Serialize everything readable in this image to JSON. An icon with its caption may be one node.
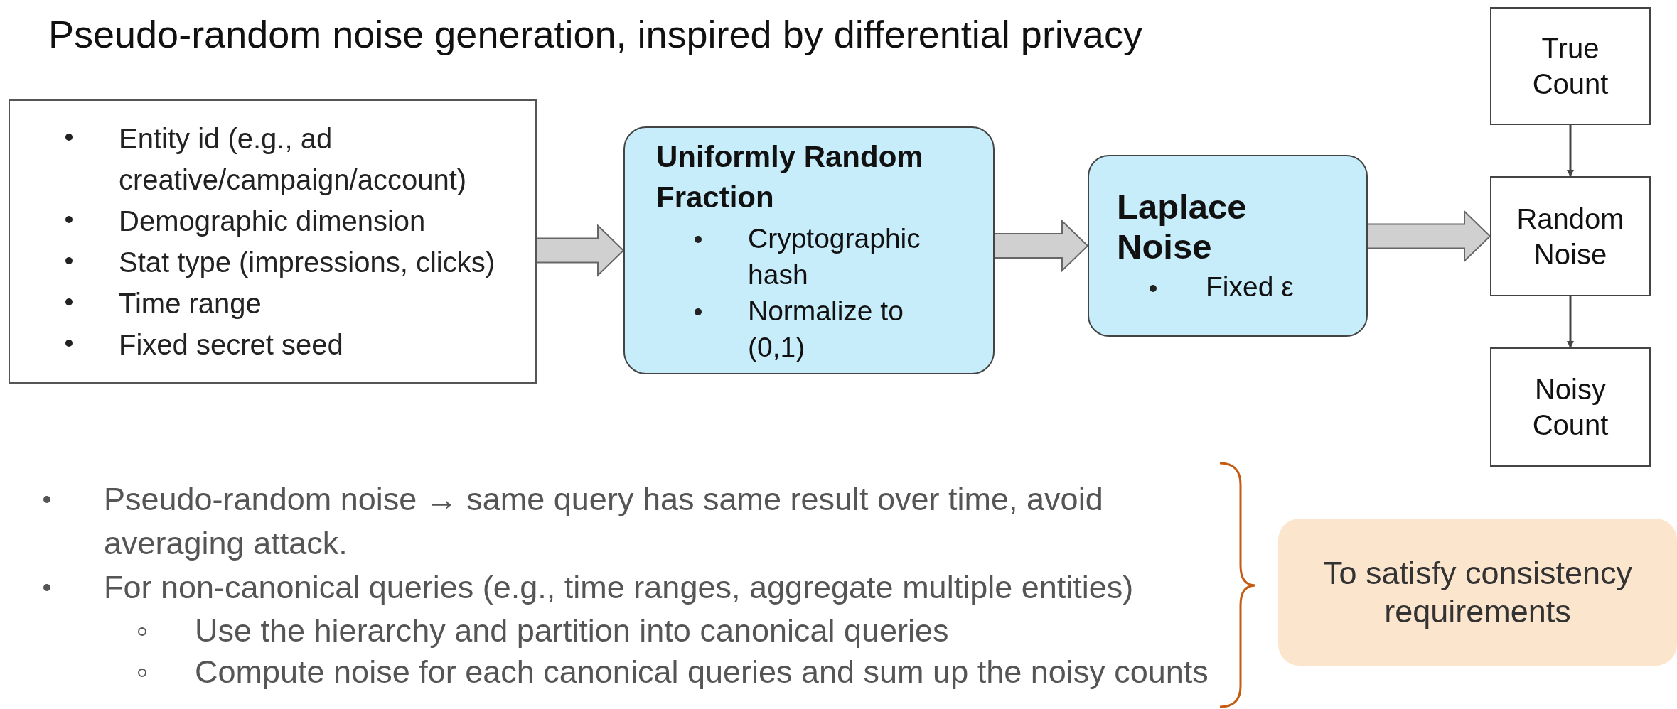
{
  "diagram": {
    "title": "Pseudo-random noise generation, inspired by differential privacy",
    "nodes": [
      {
        "text": [
          "Entity id (e.g., ad creative/campaign/account)",
          "Demographic dimension",
          "Stat type (impressions, clicks)",
          "Time range",
          "Fixed secret seed"
        ]
      },
      {
        "text": [
          "Uniformly Random Fraction",
          "Cryptographic hash",
          "Normalize to (0,1)"
        ]
      },
      {
        "text": [
          "Laplace Noise",
          "Fixed ε"
        ]
      },
      {
        "text": [
          "True Count"
        ]
      },
      {
        "text": [
          "Random Noise"
        ]
      },
      {
        "text": [
          "Noisy Count"
        ]
      },
      {
        "text": [
          "To satisfy consistency requirements"
        ]
      }
    ],
    "edges": [
      {
        "from": 0,
        "to": 1,
        "arrow": "to",
        "style": "thick"
      },
      {
        "from": 1,
        "to": 2,
        "arrow": "to",
        "style": "thick"
      },
      {
        "from": 2,
        "to": 4,
        "arrow": "to",
        "style": "thick"
      },
      {
        "from": 3,
        "to": 4,
        "arrow": "to"
      },
      {
        "from": 4,
        "to": 5,
        "arrow": "to"
      }
    ],
    "labels": [
      "Pseudo-random noise → same query has same result over time, avoid averaging attack.",
      "For non-canonical queries (e.g., time ranges, aggregate multiple entities)",
      "Use the hierarchy and partition into canonical queries",
      "Compute noise for each canonical queries and sum up the noisy counts"
    ]
  }
}
